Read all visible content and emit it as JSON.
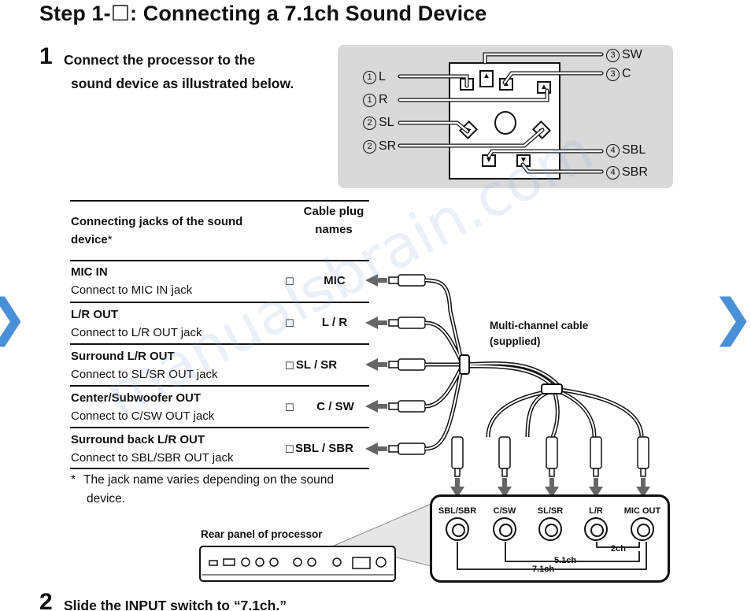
{
  "title": "Step 1-☐: Connecting a 7.1ch Sound Device",
  "step1": {
    "number": "1",
    "line1": "Connect the processor to the",
    "line2": "sound device as illustrated below."
  },
  "speaker_diagram": {
    "labels": {
      "sw": {
        "num": "3",
        "text": "SW"
      },
      "c": {
        "num": "3",
        "text": "C"
      },
      "l": {
        "num": "1",
        "text": "L"
      },
      "r": {
        "num": "1",
        "text": "R"
      },
      "sl": {
        "num": "2",
        "text": "SL"
      },
      "sr": {
        "num": "2",
        "text": "SR"
      },
      "sbl": {
        "num": "4",
        "text": "SBL"
      },
      "sbr": {
        "num": "4",
        "text": "SBR"
      }
    }
  },
  "table": {
    "header_jack": "Connecting jacks of the sound device",
    "header_jack_mark": "*",
    "header_plug": "Cable plug names",
    "rows": [
      {
        "name": "MIC IN",
        "desc": "Connect to MIC IN jack",
        "mark": "☐",
        "plug": "MIC"
      },
      {
        "name": "L/R OUT",
        "desc": "Connect to L/R OUT jack",
        "mark": "☐",
        "plug": "L / R"
      },
      {
        "name": "Surround L/R OUT",
        "desc": "Connect to SL/SR OUT jack",
        "mark": "☐",
        "plug": "SL / SR"
      },
      {
        "name": "Center/Subwoofer OUT",
        "desc": "Connect to C/SW OUT jack",
        "mark": "☐",
        "plug": "C / SW"
      },
      {
        "name": "Surround back L/R OUT",
        "desc": "Connect to SBL/SBR OUT jack",
        "mark": "☐",
        "plug": "SBL / SBR"
      }
    ]
  },
  "footnote": {
    "mark": "*",
    "line1": "The jack name varies depending on the sound",
    "line2": "device."
  },
  "cable": {
    "line1": "Multi-channel cable",
    "line2": "(supplied)"
  },
  "rear_panel": {
    "label": "Rear panel of processor"
  },
  "processor_jacks": {
    "labels": [
      "SBL/SBR",
      "C/SW",
      "SL/SR",
      "L/R",
      "MIC OUT"
    ],
    "group_2ch": "2ch",
    "group_51ch": "5.1ch",
    "group_71ch": "7.1ch"
  },
  "step2": {
    "number": "2",
    "text": "Slide the INPUT switch to “7.1ch.”"
  },
  "watermark": "manualsbrain.com",
  "nav": {
    "prev_icon": "chevron-left-icon",
    "next_icon": "chevron-right-icon",
    "color": "#4a90d9"
  }
}
